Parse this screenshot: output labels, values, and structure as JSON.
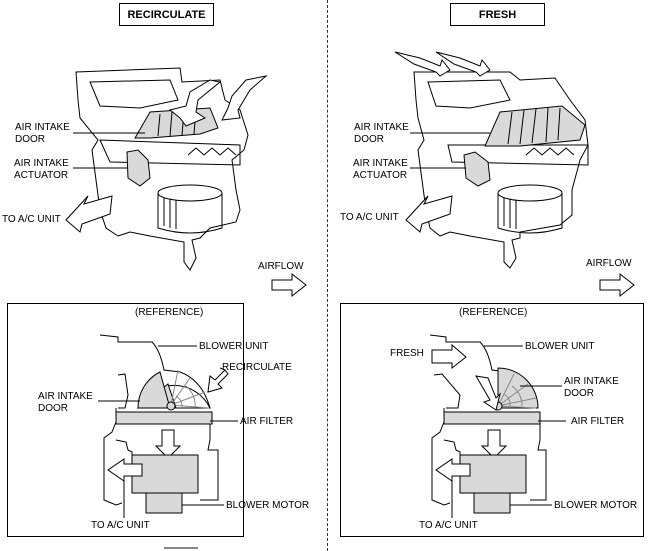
{
  "panels": [
    {
      "mode_title": "RECIRCULATE",
      "labels": {
        "air_intake_door": "AIR INTAKE\nDOOR",
        "air_intake_actuator": "AIR INTAKE\nACTUATOR",
        "to_ac_unit": "TO A/C UNIT",
        "airflow": "AIRFLOW"
      },
      "reference": {
        "title": "(REFERENCE)",
        "blower_unit": "BLOWER UNIT",
        "intake_label": "RECIRCULATE",
        "air_intake_door": "AIR INTAKE\nDOOR",
        "air_filter": "AIR FILTER",
        "blower_motor": "BLOWER MOTOR",
        "to_ac_unit": "TO A/C UNIT"
      }
    },
    {
      "mode_title": "FRESH",
      "labels": {
        "air_intake_door": "AIR INTAKE\nDOOR",
        "air_intake_actuator": "AIR INTAKE\nACTUATOR",
        "to_ac_unit": "TO A/C UNIT",
        "airflow": "AIRFLOW"
      },
      "reference": {
        "title": "(REFERENCE)",
        "blower_unit": "BLOWER UNIT",
        "intake_label": "FRESH",
        "air_intake_door": "AIR INTAKE\nDOOR",
        "air_filter": "AIR FILTER",
        "blower_motor": "BLOWER MOTOR",
        "to_ac_unit": "TO A/C UNIT"
      }
    }
  ],
  "colors": {
    "line": "#000000",
    "fill_part": "#d9d9d9",
    "fill_highlight": "#cccccc"
  }
}
